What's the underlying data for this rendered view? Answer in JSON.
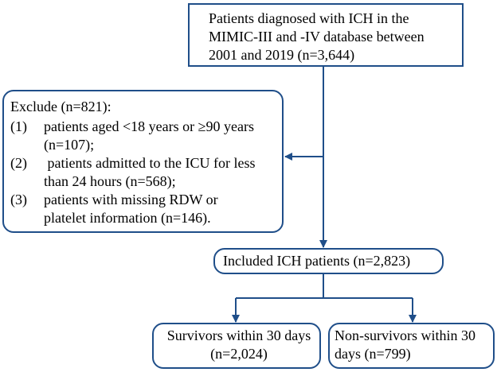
{
  "nodes": {
    "diagnosed": {
      "lines": [
        "Patients diagnosed with ICH in the",
        "MIMIC-III and -IV database between",
        "2001 and 2019 (n=3,644)"
      ]
    },
    "exclude": {
      "title": "Exclude (n=821):",
      "items": [
        {
          "num": "(1)",
          "lines": [
            "patients aged <18 years or ≥90 years",
            "(n=107);"
          ]
        },
        {
          "num": "(2)",
          "lines": [
            " patients admitted to the ICU for less",
            "than 24 hours (n=568);"
          ]
        },
        {
          "num": "(3)",
          "lines": [
            "patients with missing RDW or",
            "platelet information (n=146)."
          ]
        }
      ]
    },
    "included": {
      "label": "Included ICH patients (n=2,823)"
    },
    "survivors": {
      "lines": [
        "Survivors within 30 days",
        "(n=2,024)"
      ]
    },
    "non_survivors": {
      "lines": [
        "Non-survivors within 30",
        "days (n=799)"
      ]
    }
  },
  "colors": {
    "border": "#1f4e89",
    "arrow": "#1f4e89"
  }
}
